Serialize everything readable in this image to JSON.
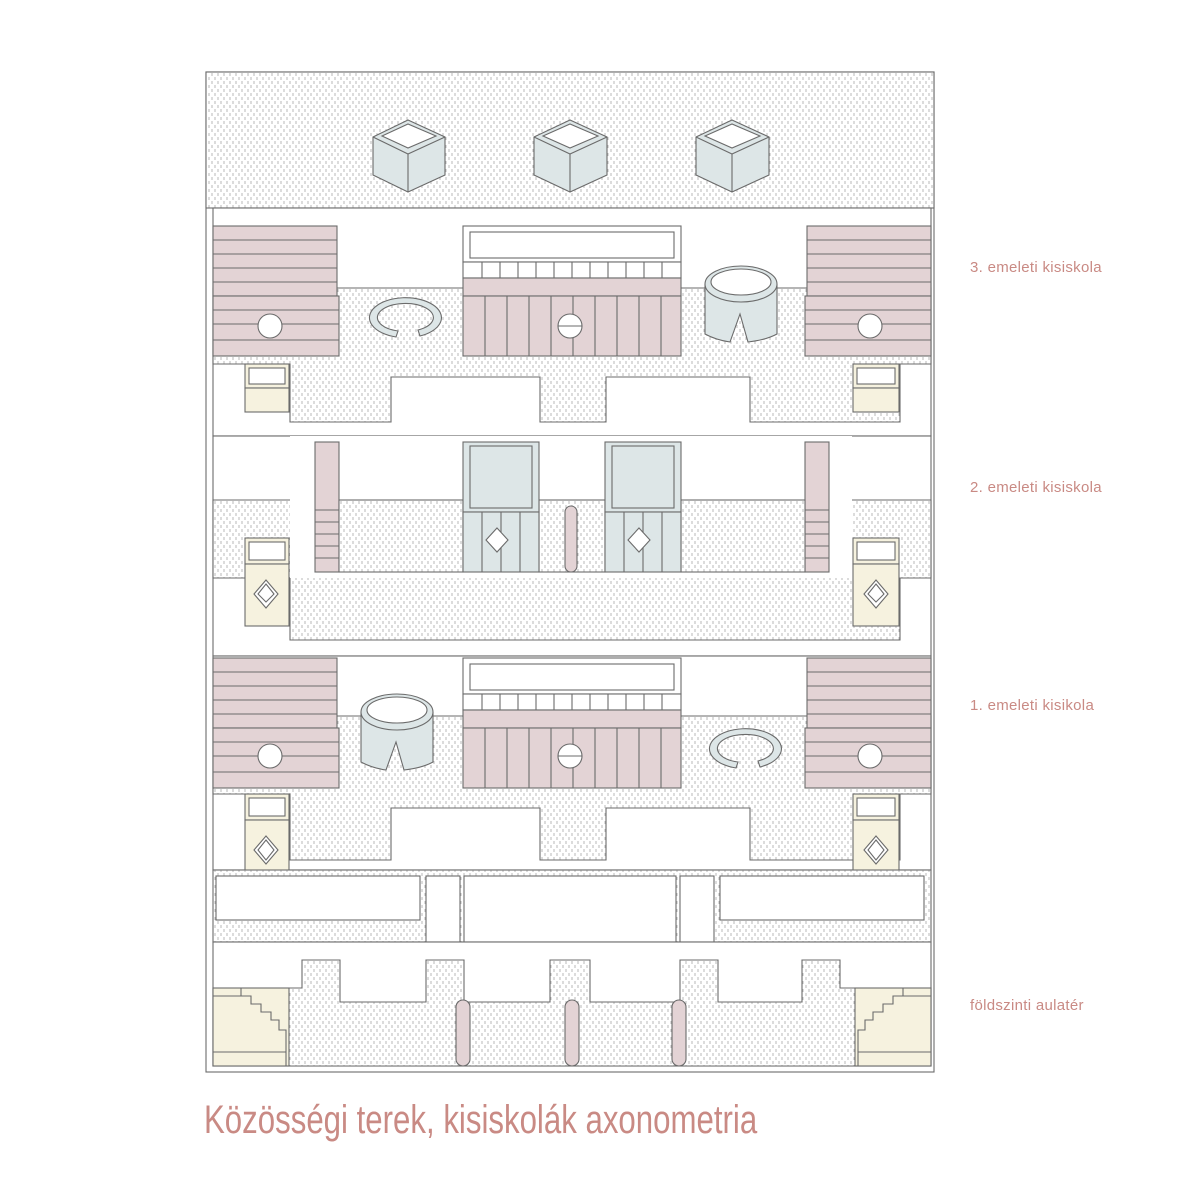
{
  "levels": [
    {
      "label": "3. emeleti kisiskola"
    },
    {
      "label": "2. emeleti kisiskola"
    },
    {
      "label": "1. emeleti kisikola"
    },
    {
      "label": "földszinti aulatér"
    }
  ],
  "caption": "Közösségi terek, kisiskolák axonometria",
  "colors": {
    "line": "#6b6b6b",
    "pink": "#e3d3d5",
    "blue": "#dde6e7",
    "cream": "#f6f2df",
    "hatch": "#9a9a9a",
    "text": "#c98a84"
  }
}
